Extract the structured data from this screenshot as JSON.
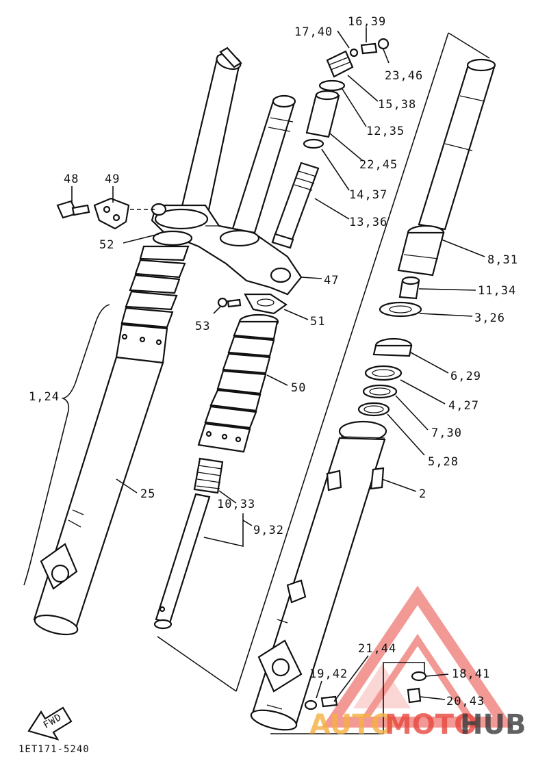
{
  "diagram": {
    "labels": {
      "p17_40": "17,40",
      "p16_39": "16,39",
      "p23_46": "23,46",
      "p15_38": "15,38",
      "p12_35": "12,35",
      "p22_45": "22,45",
      "p14_37": "14,37",
      "p13_36": "13,36",
      "p48": "48",
      "p49": "49",
      "p52": "52",
      "p47": "47",
      "p8_31": "8,31",
      "p11_34": "11,34",
      "p3_26": "3,26",
      "p53": "53",
      "p51": "51",
      "p6_29": "6,29",
      "p50": "50",
      "p4_27": "4,27",
      "p1_24": "1,24",
      "p7_30": "7,30",
      "p5_28": "5,28",
      "p25": "25",
      "p2": "2",
      "p10_33": "10,33",
      "p9_32": "9,32",
      "p21_44": "21,44",
      "p19_42": "19,42",
      "p18_41": "18,41",
      "p20_43": "20,43"
    },
    "fwd_arrow": "FWD",
    "drawing_code": "1ET171-5240"
  },
  "watermark": {
    "auto": "AUTO",
    "moto": "MOTO",
    "hub": "HUB",
    "colors": {
      "auto": "#f5b042",
      "moto": "#e8473f",
      "hub": "#3a3a3a",
      "logo": "#e8473f"
    }
  }
}
